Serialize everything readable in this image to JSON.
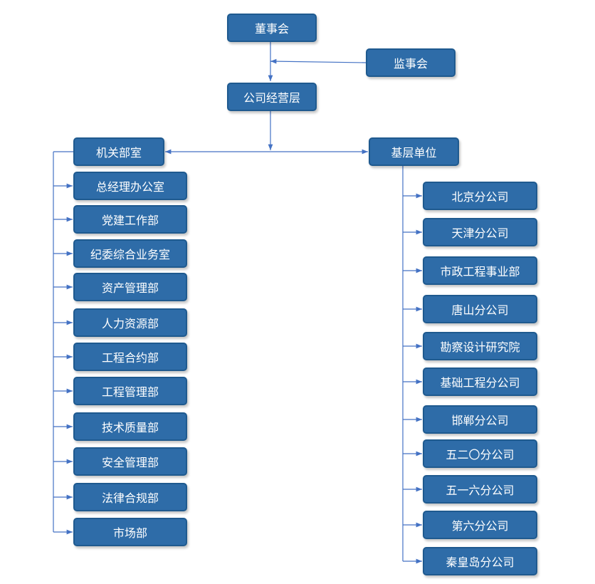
{
  "top": {
    "board": "董事会",
    "supervisors": "监事会",
    "management": "公司经营层"
  },
  "branches": {
    "departments": "机关部室",
    "units": "基层单位"
  },
  "departments": [
    "总经理办公室",
    "党建工作部",
    "纪委综合业务室",
    "资产管理部",
    "人力资源部",
    "工程合约部",
    "工程管理部",
    "技术质量部",
    "安全管理部",
    "法律合规部",
    "市场部"
  ],
  "units": [
    "北京分公司",
    "天津分公司",
    "市政工程事业部",
    "唐山分公司",
    "勘察设计研究院",
    "基础工程分公司",
    "邯郸分公司",
    "五二〇分公司",
    "五一六分公司",
    "第六分公司",
    "秦皇岛分公司"
  ],
  "colors": {
    "box": "#2e6ca8",
    "border": "#1f5a8f",
    "line": "#4472c4",
    "text": "#ffffff"
  }
}
